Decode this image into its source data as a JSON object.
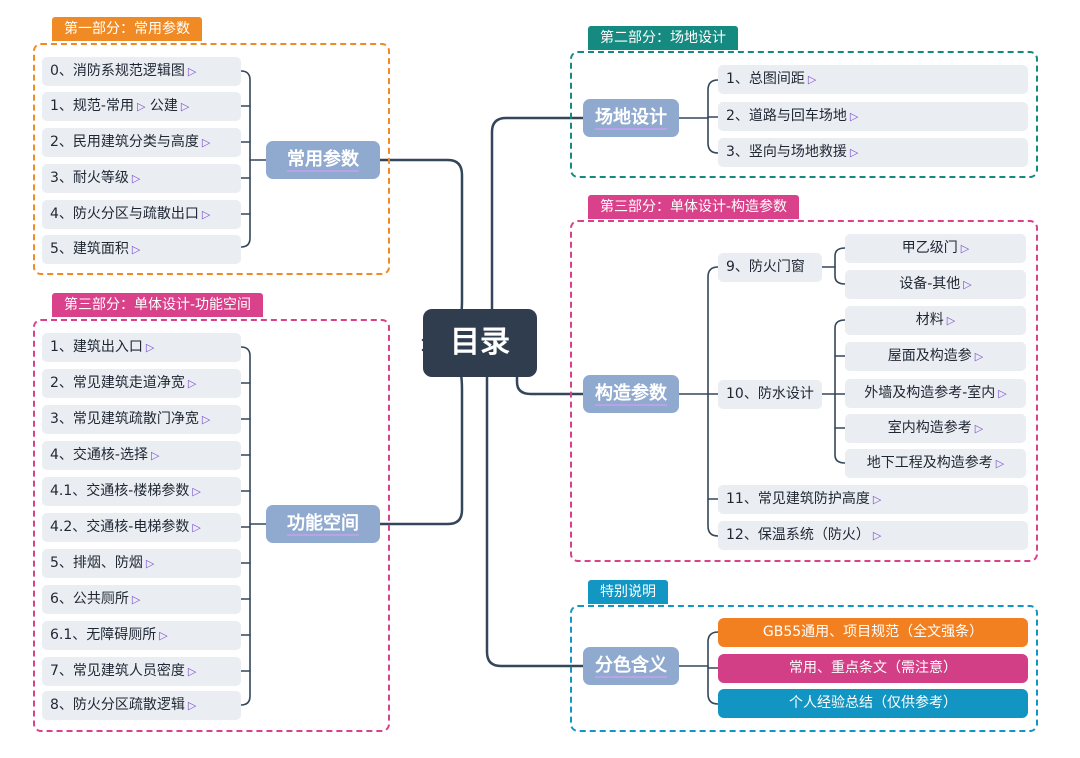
{
  "root": "目录",
  "colors": {
    "orange": "#f08a24",
    "pink": "#d9418a",
    "teal": "#148a80",
    "cyan": "#1296c4",
    "hub": "#8fa9cf",
    "root": "#2f3d4f",
    "line": "#34465a"
  },
  "sec1": {
    "tag": "第一部分：常用参数",
    "hub": "常用参数",
    "items": [
      "0、消防系规范逻辑图",
      "1、规范-常用",
      "公建",
      "2、民用建筑分类与高度",
      "3、耐火等级",
      "4、防火分区与疏散出口",
      "5、建筑面积"
    ]
  },
  "sec2": {
    "tag": "第二部分：场地设计",
    "hub": "场地设计",
    "items": [
      "1、总图间距",
      "2、道路与回车场地",
      "3、竖向与场地救援"
    ]
  },
  "sec3f": {
    "tag": "第三部分：单体设计-功能空间",
    "hub": "功能空间",
    "items": [
      "1、建筑出入口",
      "2、常见建筑走道净宽",
      "3、常见建筑疏散门净宽",
      "4、交通核-选择",
      "4.1、交通核-楼梯参数",
      "4.2、交通核-电梯参数",
      "5、排烟、防烟",
      "6、公共厕所",
      "6.1、无障碍厕所",
      "7、常见建筑人员密度",
      "8、防火分区疏散逻辑"
    ]
  },
  "sec3c": {
    "tag": "第三部分：单体设计-构造参数",
    "hub": "构造参数",
    "door": {
      "label": "9、防火门窗",
      "children": [
        "甲乙级门",
        "设备-其他"
      ]
    },
    "water": {
      "label": "10、防水设计",
      "children": [
        "材料",
        "屋面及构造参",
        "外墙及构造参考-室内",
        "室内构造参考",
        "地下工程及构造参考"
      ]
    },
    "items": [
      "11、常见建筑防护高度",
      "12、保温系统（防火）"
    ]
  },
  "sec4": {
    "tag": "特别说明",
    "hub": "分色含义",
    "items": [
      "GB55通用、项目规范（全文强条）",
      "常用、重点条文（需注意）",
      "个人经验总结（仅供参考）"
    ]
  }
}
